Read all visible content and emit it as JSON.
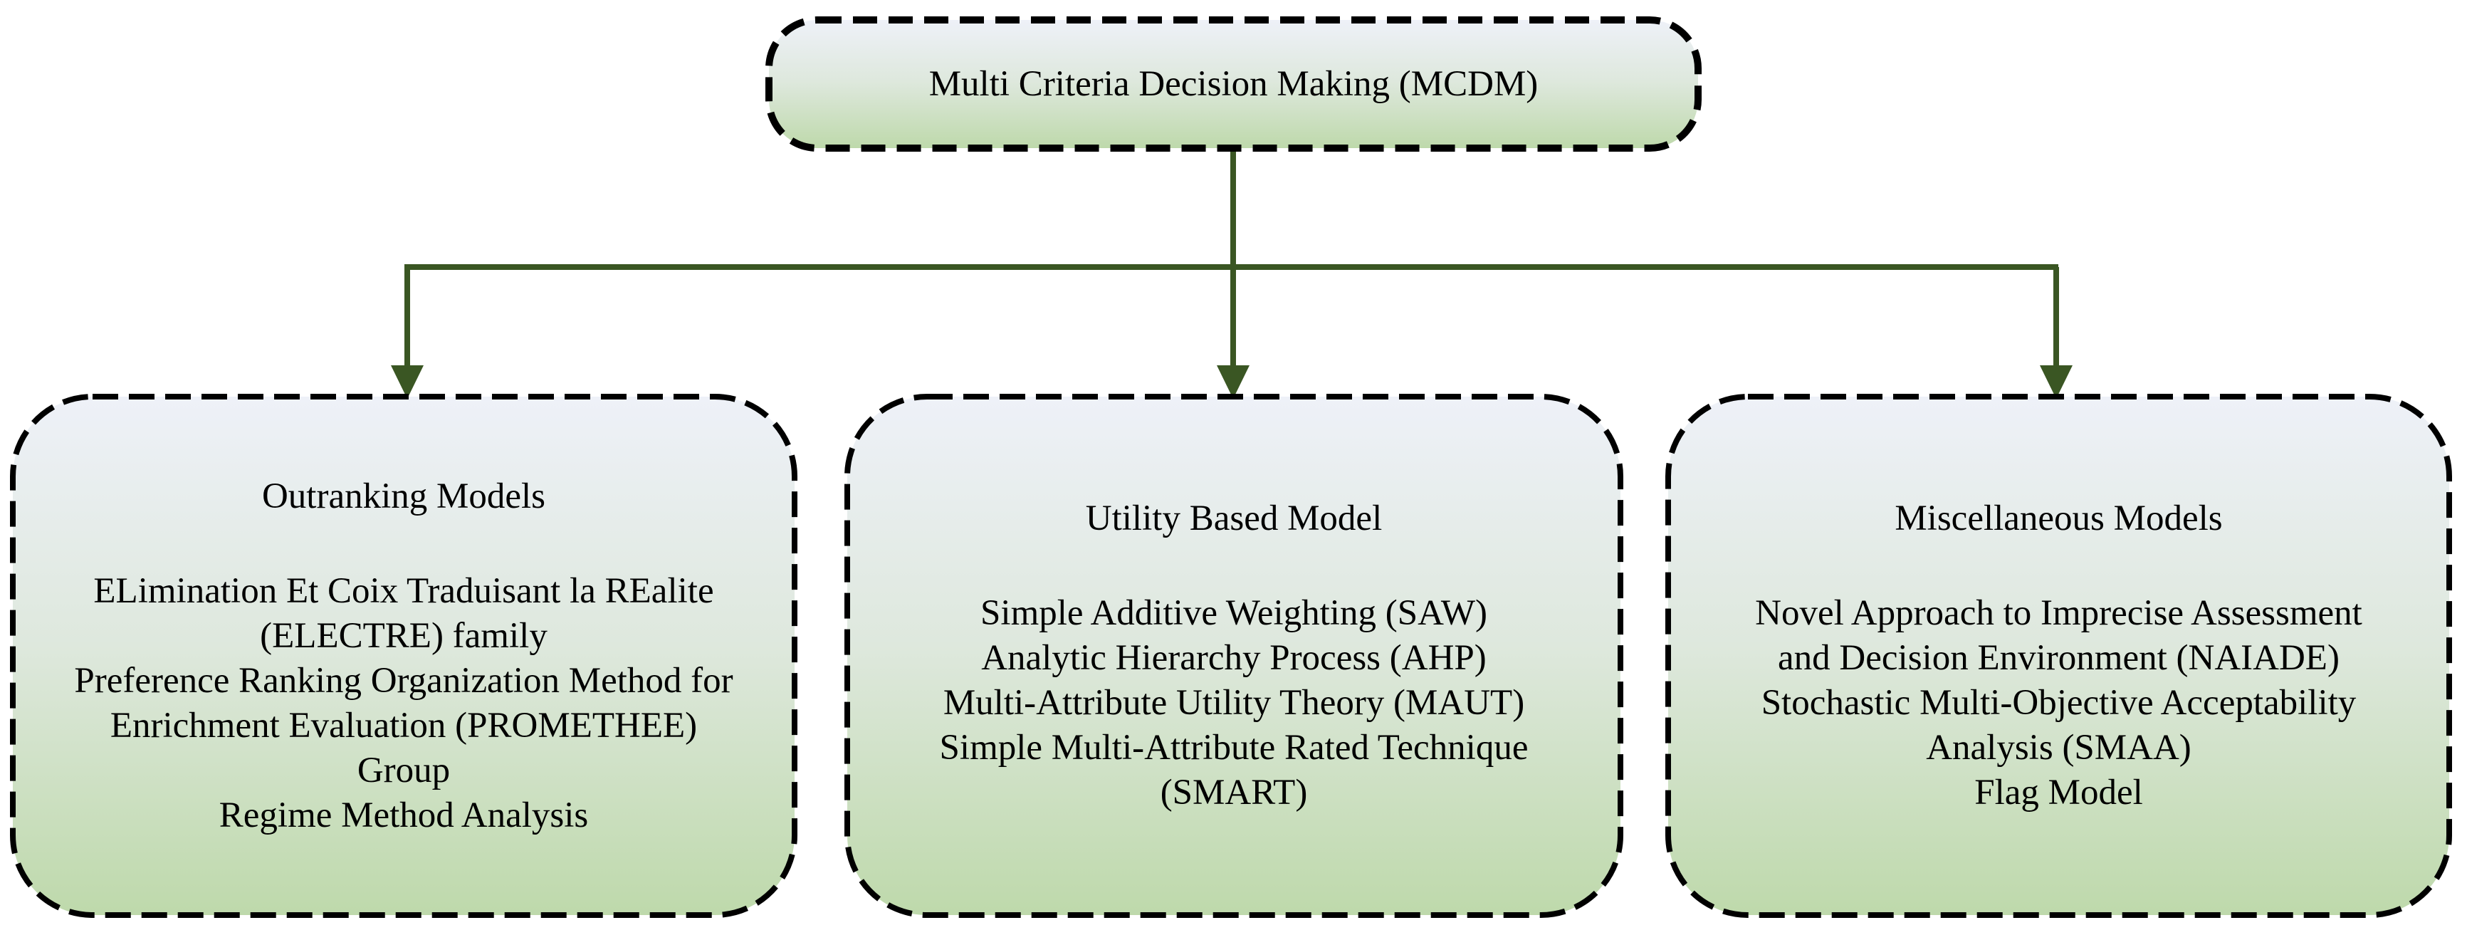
{
  "figure": {
    "background_color": "#FFFFFF",
    "border_color": "#000000",
    "text_color": "#000000",
    "connector_color": "#3A5623",
    "box_fill": {
      "top": "#EEF1F8",
      "middle": "#DEE8DD",
      "bottom": "#BED9AB"
    },
    "root": {
      "label": "Multi Criteria Decision Making (MCDM)"
    },
    "children": [
      {
        "title": "Outranking Models",
        "lines": [
          "ELimination Et Coix Traduisant la REalite",
          "(ELECTRE) family",
          "Preference Ranking Organization Method for",
          "Enrichment Evaluation (PROMETHEE)",
          "Group",
          "Regime Method Analysis"
        ]
      },
      {
        "title": "Utility Based Model",
        "lines": [
          "Simple Additive Weighting (SAW)",
          "Analytic Hierarchy Process (AHP)",
          "Multi-Attribute Utility Theory (MAUT)",
          "Simple Multi-Attribute Rated Technique",
          "(SMART)"
        ]
      },
      {
        "title": "Miscellaneous Models",
        "lines": [
          "Novel Approach to Imprecise Assessment",
          "and Decision Environment (NAIADE)",
          "Stochastic Multi-Objective Acceptability",
          "Analysis (SMAA)",
          "Flag Model"
        ]
      }
    ]
  }
}
